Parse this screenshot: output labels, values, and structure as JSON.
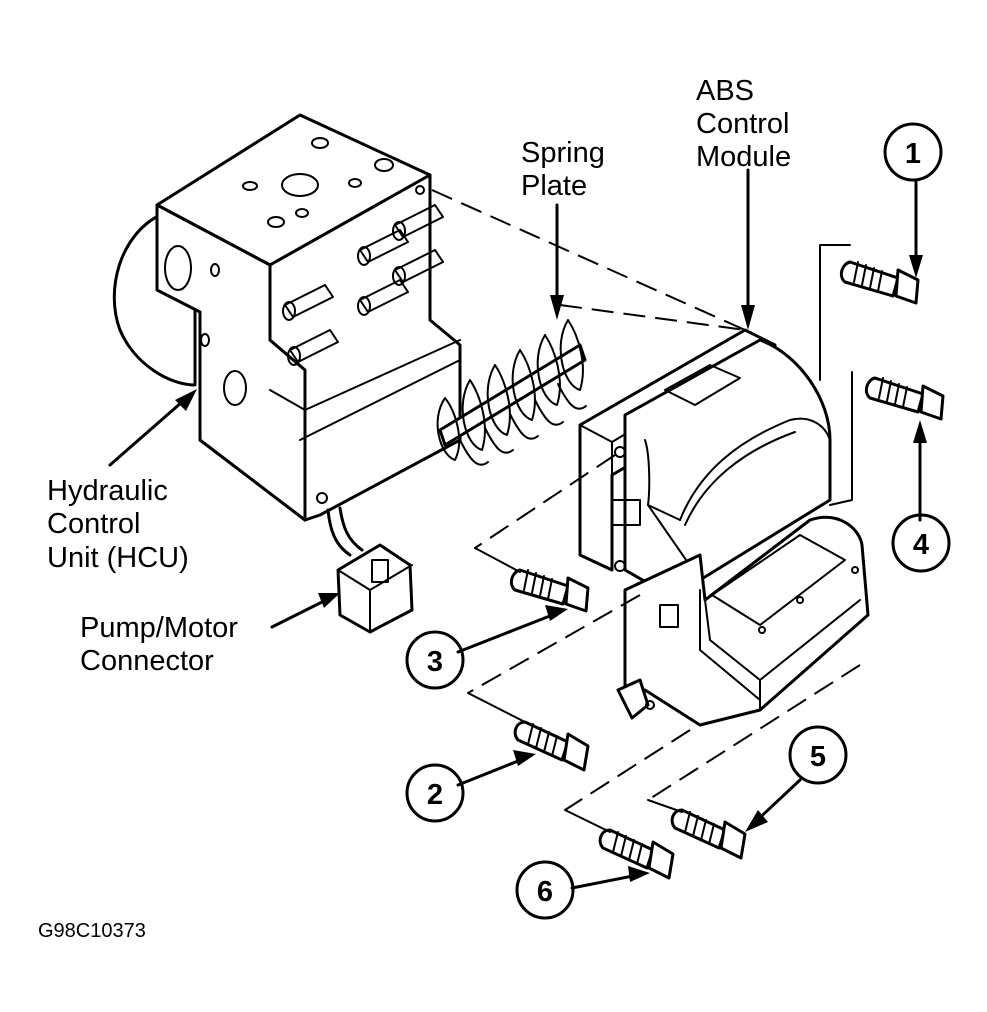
{
  "labels": {
    "hcu": [
      "Hydraulic",
      "Control",
      "Unit (HCU)"
    ],
    "connector": [
      "Pump/Motor",
      "Connector"
    ],
    "spring": [
      "Spring",
      "Plate"
    ],
    "module": [
      "ABS",
      "Control",
      "Module"
    ]
  },
  "callouts": [
    "1",
    "2",
    "3",
    "4",
    "5",
    "6"
  ],
  "figure_code": "G98C10373"
}
